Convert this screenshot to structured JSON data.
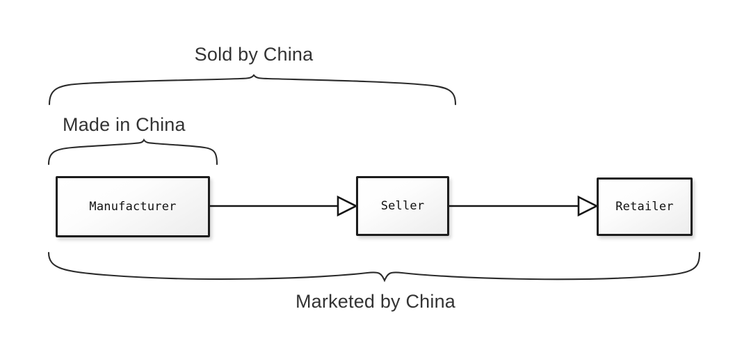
{
  "diagram": {
    "title": "Supply chain flow with grouping braces",
    "background_color": "#ffffff",
    "stroke_color": "#2b2b2b",
    "text_color": "#333333",
    "node_text_color": "#111111",
    "nodes": [
      {
        "id": "manufacturer",
        "label": "Manufacturer"
      },
      {
        "id": "seller",
        "label": "Seller"
      },
      {
        "id": "retailer",
        "label": "Retailer"
      }
    ],
    "connections": [
      {
        "id": "manufacturer-to-seller",
        "from": "Manufacturer",
        "to": "Seller",
        "arrowhead": "open-triangle"
      },
      {
        "id": "seller-to-retailer",
        "from": "Seller",
        "to": "Retailer",
        "arrowhead": "open-triangle"
      }
    ],
    "braces": [
      {
        "id": "made-in-china",
        "label": "Made in China",
        "orientation": "top",
        "covers": [
          "Manufacturer"
        ]
      },
      {
        "id": "sold-by-china",
        "label": "Sold by China",
        "orientation": "top",
        "covers": [
          "Manufacturer",
          "Seller"
        ]
      },
      {
        "id": "marketed-by-china",
        "label": "Marketed by China",
        "orientation": "bottom",
        "covers": [
          "Manufacturer",
          "Seller",
          "Retailer"
        ]
      }
    ]
  }
}
